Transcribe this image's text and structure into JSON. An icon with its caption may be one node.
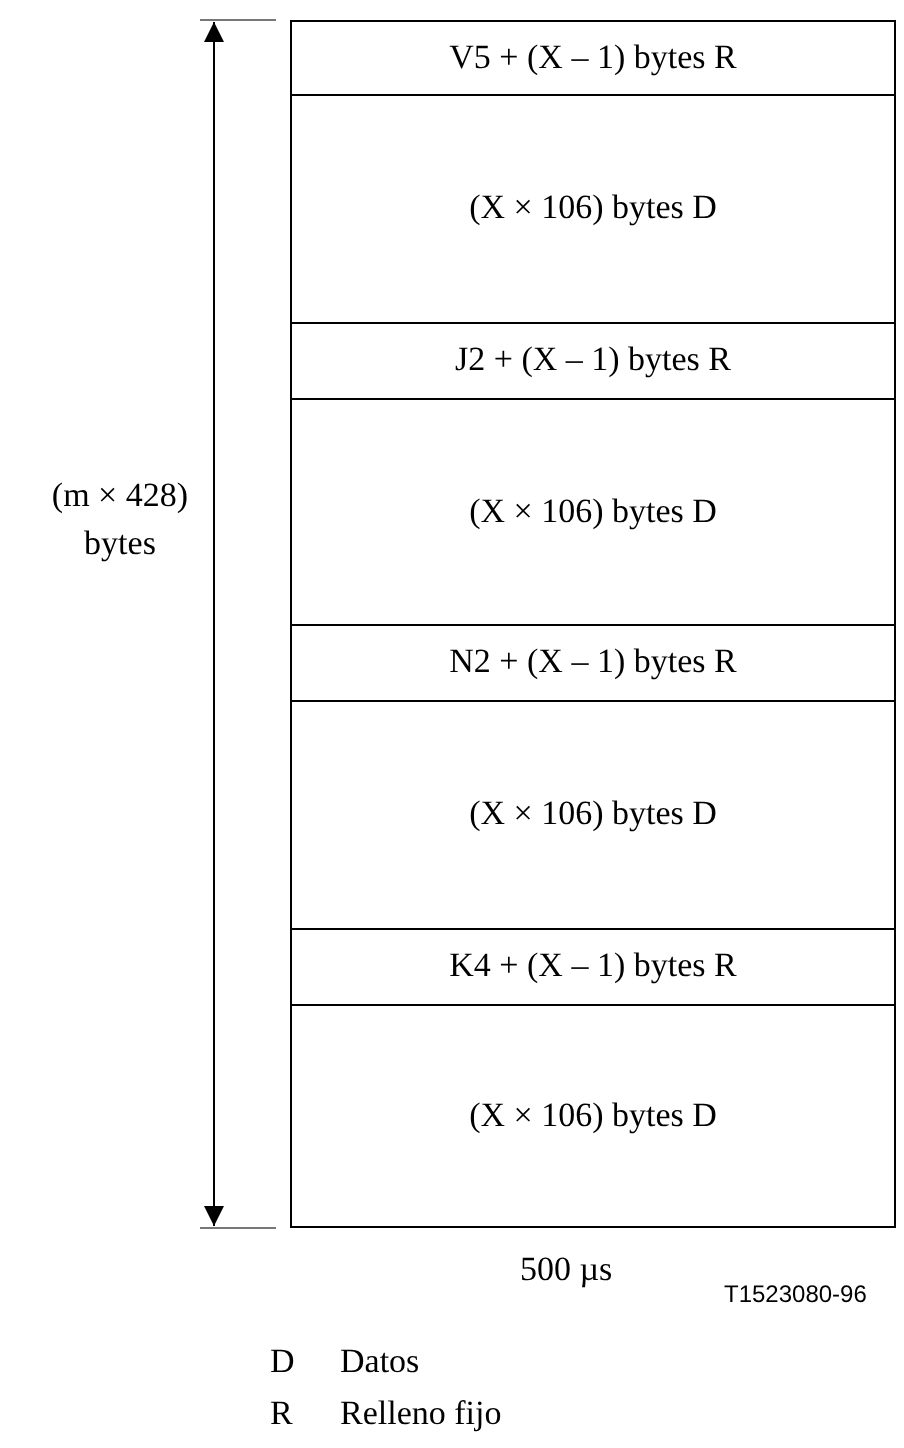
{
  "diagram": {
    "nodes": [
      {
        "text": [
          "V5 + (X – 1) bytes R"
        ]
      },
      {
        "text": [
          "(X × 106) bytes D"
        ]
      },
      {
        "text": [
          "J2 + (X – 1) bytes R"
        ]
      },
      {
        "text": [
          "(X × 106) bytes D"
        ]
      },
      {
        "text": [
          "N2 + (X – 1) bytes R"
        ]
      },
      {
        "text": [
          "(X × 106) bytes D"
        ]
      },
      {
        "text": [
          "K4 + (X – 1) bytes R"
        ]
      },
      {
        "text": [
          "(X × 106) bytes D"
        ]
      }
    ],
    "edges": [],
    "labels": [
      "(m × 428) bytes",
      "500 µs",
      "T1523080-96",
      "D",
      "Datos",
      "R",
      "Relleno fijo"
    ]
  }
}
